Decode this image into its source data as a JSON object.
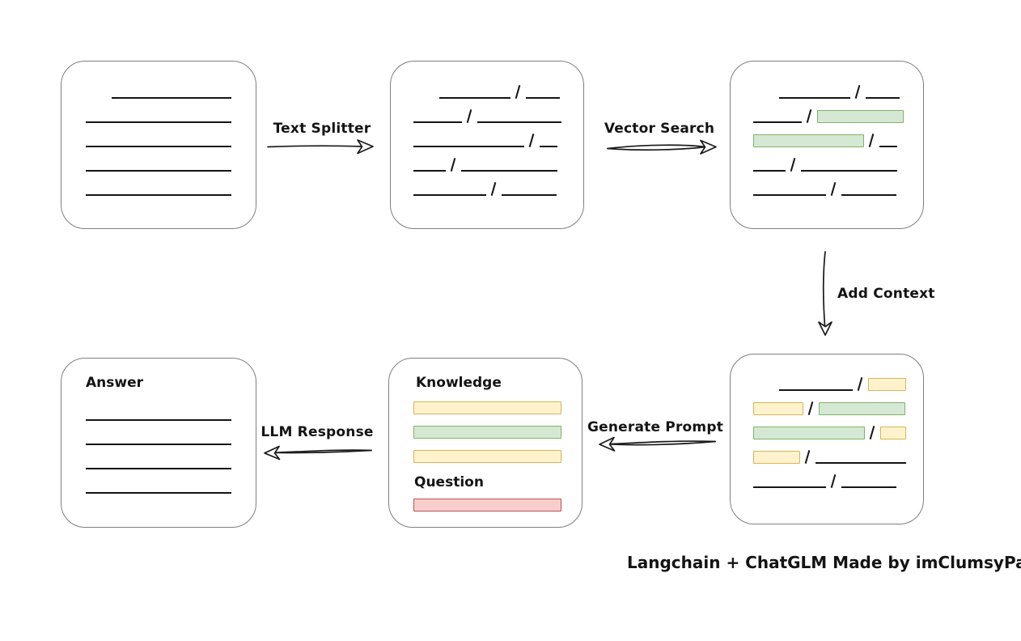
{
  "labels": {
    "text_splitter": "Text Splitter",
    "vector_search": "Vector Search",
    "add_context": "Add Context",
    "generate_prompt": "Generate Prompt",
    "llm_response": "LLM Response",
    "knowledge": "Knowledge",
    "question": "Question",
    "answer": "Answer",
    "caption": "Langchain + ChatGLM Made by imClumsyPanda"
  },
  "colors": {
    "stroke": "#1a1a1a",
    "box_border": "#7f7f7f",
    "green": {
      "fill": "#d5e8d4",
      "border": "#82b366"
    },
    "yellow": {
      "fill": "#fff2cc",
      "border": "#d6b656"
    },
    "red": {
      "fill": "#f8cecc",
      "border": "#b85450"
    }
  },
  "boxes": {
    "source_document": {
      "rows": [
        {
          "indent": 32,
          "segs": [
            {
              "t": "line",
              "w": 148
            }
          ]
        },
        {
          "segs": [
            {
              "t": "line",
              "w": 180
            }
          ]
        },
        {
          "segs": [
            {
              "t": "line",
              "w": 180
            }
          ]
        },
        {
          "segs": [
            {
              "t": "line",
              "w": 180
            }
          ]
        },
        {
          "segs": [
            {
              "t": "line",
              "w": 180
            }
          ]
        }
      ]
    },
    "split_document": {
      "rows": [
        {
          "indent": 32,
          "segs": [
            {
              "t": "line",
              "w": 88
            },
            {
              "t": "slash"
            },
            {
              "t": "line",
              "w": 42
            }
          ]
        },
        {
          "segs": [
            {
              "t": "line",
              "w": 60
            },
            {
              "t": "slash"
            },
            {
              "t": "line",
              "w": 104
            }
          ]
        },
        {
          "segs": [
            {
              "t": "line",
              "w": 137
            },
            {
              "t": "slash"
            },
            {
              "t": "line",
              "w": 22
            }
          ]
        },
        {
          "segs": [
            {
              "t": "line",
              "w": 40
            },
            {
              "t": "slash"
            },
            {
              "t": "line",
              "w": 119
            }
          ]
        },
        {
          "segs": [
            {
              "t": "line",
              "w": 90
            },
            {
              "t": "slash"
            },
            {
              "t": "line",
              "w": 68
            }
          ]
        }
      ]
    },
    "matched_document": {
      "rows": [
        {
          "indent": 32,
          "segs": [
            {
              "t": "line",
              "w": 88
            },
            {
              "t": "slash"
            },
            {
              "t": "line",
              "w": 42
            }
          ]
        },
        {
          "segs": [
            {
              "t": "line",
              "w": 60
            },
            {
              "t": "slash"
            },
            {
              "t": "chunk",
              "color": "green",
              "w": 107
            }
          ]
        },
        {
          "segs": [
            {
              "t": "chunk",
              "color": "green",
              "w": 137
            },
            {
              "t": "slash"
            },
            {
              "t": "line",
              "w": 22
            }
          ]
        },
        {
          "segs": [
            {
              "t": "line",
              "w": 40
            },
            {
              "t": "slash"
            },
            {
              "t": "line",
              "w": 119
            }
          ]
        },
        {
          "segs": [
            {
              "t": "line",
              "w": 90
            },
            {
              "t": "slash"
            },
            {
              "t": "line",
              "w": 68
            }
          ]
        }
      ]
    },
    "context_document": {
      "rows": [
        {
          "indent": 32,
          "segs": [
            {
              "t": "line",
              "w": 91
            },
            {
              "t": "slash"
            },
            {
              "t": "chunk",
              "color": "yellow",
              "w": 47
            }
          ]
        },
        {
          "segs": [
            {
              "t": "chunk",
              "color": "yellow",
              "w": 62
            },
            {
              "t": "slash"
            },
            {
              "t": "chunk",
              "color": "green",
              "w": 107
            }
          ]
        },
        {
          "segs": [
            {
              "t": "chunk",
              "color": "green",
              "w": 138
            },
            {
              "t": "slash"
            },
            {
              "t": "chunk",
              "color": "yellow",
              "w": 32
            }
          ]
        },
        {
          "segs": [
            {
              "t": "chunk",
              "color": "yellow",
              "w": 58
            },
            {
              "t": "slash"
            },
            {
              "t": "line",
              "w": 112
            }
          ]
        },
        {
          "segs": [
            {
              "t": "line",
              "w": 90
            },
            {
              "t": "slash"
            },
            {
              "t": "line",
              "w": 68
            }
          ]
        }
      ]
    },
    "prompt": {
      "knowledge_bars": [
        {
          "segs": [
            {
              "t": "chunk",
              "color": "yellow",
              "w": 183
            }
          ]
        },
        {
          "segs": [
            {
              "t": "chunk",
              "color": "green",
              "w": 183
            }
          ]
        },
        {
          "segs": [
            {
              "t": "chunk",
              "color": "yellow",
              "w": 183
            }
          ]
        }
      ],
      "question_bars": [
        {
          "segs": [
            {
              "t": "chunk",
              "color": "red",
              "w": 183
            }
          ]
        }
      ]
    },
    "answer": {
      "rows": [
        {
          "segs": [
            {
              "t": "line",
              "w": 180
            }
          ]
        },
        {
          "segs": [
            {
              "t": "line",
              "w": 180
            }
          ]
        },
        {
          "segs": [
            {
              "t": "line",
              "w": 180
            }
          ]
        },
        {
          "segs": [
            {
              "t": "line",
              "w": 180
            }
          ]
        }
      ]
    }
  }
}
